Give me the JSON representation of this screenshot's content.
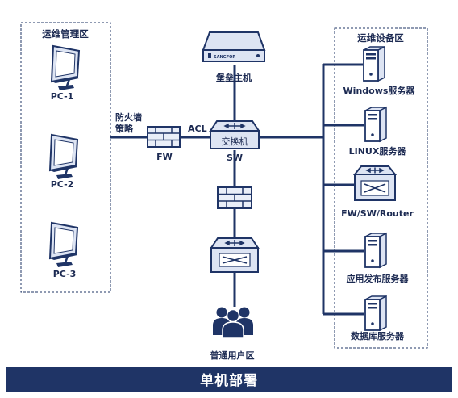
{
  "diagram": {
    "title": "单机部署",
    "zones": {
      "ops_zone": "运维管理区",
      "device_zone": "运维设备区",
      "user_zone": "普通用户区"
    },
    "labels": {
      "pc1": "PC-1",
      "pc2": "PC-2",
      "pc3": "PC-3",
      "firewall_policy": "防火墙\n策略",
      "acl": "ACL",
      "fw": "FW",
      "switch_inner": "交换机",
      "sw": "SW",
      "bastion": "堡垒主机",
      "bastion_brand": "SANGFOR",
      "windows_server": "Windows服务器",
      "linux_server": "LINUX服务器",
      "fw_sw_router": "FW/SW/Router",
      "app_server": "应用发布服务器",
      "db_server": "数据库服务器"
    },
    "colors": {
      "line": "#1f3466",
      "device_fill": "#dde4f3",
      "device_stroke": "#1f3466",
      "brick": "#e9eef8",
      "title_bar": "#1f3466"
    }
  }
}
